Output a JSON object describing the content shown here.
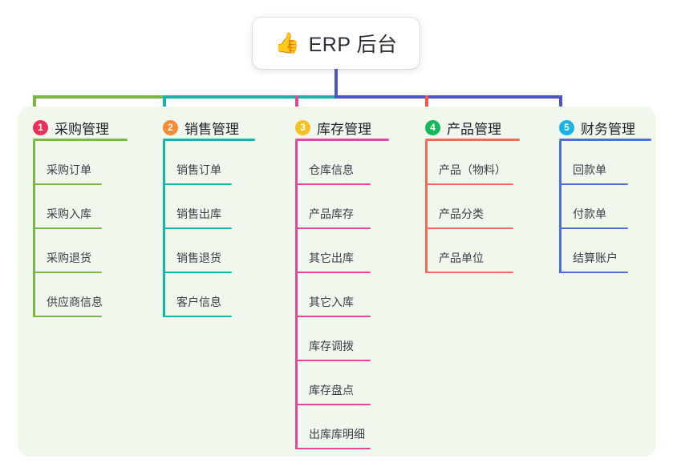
{
  "root": {
    "emoji": "👍",
    "emoji_name": "thumbs-up-icon",
    "title": "ERP 后台",
    "card_color": "#ffffff",
    "connector_color": "#4d54c4"
  },
  "panel": {
    "background": "#f0f7ec"
  },
  "bus": {
    "segments": [
      {
        "name": "green-segment",
        "color": "#7ab648"
      },
      {
        "name": "teal-segment",
        "color": "#13b5a5"
      },
      {
        "name": "indigo-segment",
        "color": "#4d54c4"
      }
    ]
  },
  "columns": [
    {
      "number": "1",
      "label": "采购管理",
      "badge_color": "#ed2f5b",
      "line_color": "#7ab648",
      "drop_color": "#7ab648",
      "rule_width": 118,
      "leaf_rule_width": 86,
      "items": [
        {
          "label": "采购订单"
        },
        {
          "label": "采购入库"
        },
        {
          "label": "采购退货"
        },
        {
          "label": "供应商信息"
        }
      ]
    },
    {
      "number": "2",
      "label": "销售管理",
      "badge_color": "#f68b36",
      "line_color": "#13b5a5",
      "drop_color": "#13b5a5",
      "rule_width": 115,
      "leaf_rule_width": 86,
      "items": [
        {
          "label": "销售订单"
        },
        {
          "label": "销售出库"
        },
        {
          "label": "销售退货"
        },
        {
          "label": "客户信息"
        }
      ]
    },
    {
      "number": "3",
      "label": "库存管理",
      "badge_color": "#f7c023",
      "line_color": "#e8449b",
      "drop_color": "#e8449b",
      "rule_width": 117,
      "leaf_rule_width": 94,
      "items": [
        {
          "label": "仓库信息"
        },
        {
          "label": "产品库存"
        },
        {
          "label": "其它出库"
        },
        {
          "label": "其它入库"
        },
        {
          "label": "库存调拨"
        },
        {
          "label": "库存盘点"
        },
        {
          "label": "出库库明细"
        }
      ]
    },
    {
      "number": "4",
      "label": "产品管理",
      "badge_color": "#12b859",
      "line_color": "#f26a5e",
      "drop_color": "#f2544c",
      "rule_width": 118,
      "leaf_rule_width": 110,
      "items": [
        {
          "label": "产品（物料）"
        },
        {
          "label": "产品分类"
        },
        {
          "label": "产品单位"
        }
      ]
    },
    {
      "number": "5",
      "label": "财务管理",
      "badge_color": "#18b3e8",
      "line_color": "#4d6fd0",
      "drop_color": "#4d54c4",
      "rule_width": 115,
      "leaf_rule_width": 86,
      "items": [
        {
          "label": "回款单"
        },
        {
          "label": "付款单"
        },
        {
          "label": "结算账户"
        }
      ]
    }
  ]
}
